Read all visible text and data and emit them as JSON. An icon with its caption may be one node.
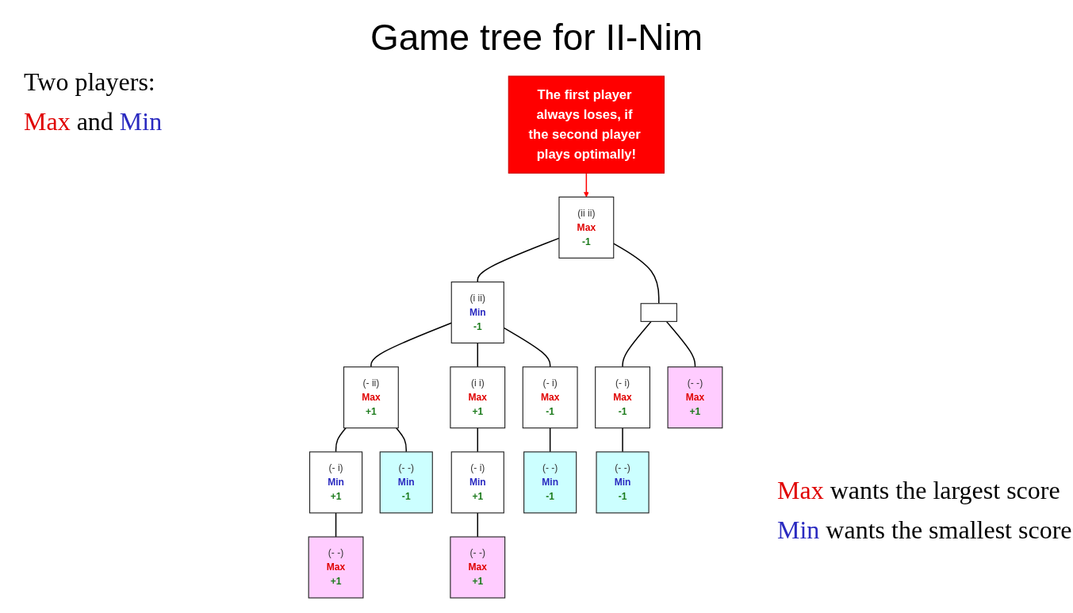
{
  "diagram": {
    "title": "Game tree for II-Nim",
    "nodes": [
      {
        "text": [
          "(ii ii)",
          "Max",
          "-1"
        ]
      },
      {
        "text": [
          "(i ii)",
          "Min",
          "-1"
        ]
      },
      {
        "text": [],
        "shape": "box"
      },
      {
        "text": [
          "The first player always loses, if the second player plays optimally!"
        ]
      },
      {
        "text": [
          "(- ii)",
          "Max",
          "+1"
        ]
      },
      {
        "text": [
          "(i i)",
          "Max",
          "+1"
        ]
      },
      {
        "text": [
          "(- i)",
          "Max",
          "-1"
        ]
      },
      {
        "text": [
          "(- i)",
          "Max",
          "-1"
        ]
      },
      {
        "text": [
          "(- -)",
          "Max",
          "+1"
        ]
      },
      {
        "text": [
          "(- i)",
          "Min",
          "+1"
        ]
      },
      {
        "text": [
          "(- -)",
          "Min",
          "-1"
        ]
      },
      {
        "text": [
          "(- i)",
          "Min",
          "+1"
        ]
      },
      {
        "text": [
          "(- -)",
          "Min",
          "-1"
        ]
      },
      {
        "text": [
          "(- -)",
          "Min",
          "-1"
        ]
      },
      {
        "text": [
          "(- -)",
          "Max",
          "+1"
        ]
      },
      {
        "text": [
          "(- -)",
          "Max",
          "+1"
        ]
      }
    ],
    "edges": [
      {
        "from": 0,
        "to": 1,
        "arrow": "none"
      },
      {
        "from": 0,
        "to": 2,
        "arrow": "none"
      },
      {
        "from": 3,
        "to": 0,
        "arrow": "to",
        "color": "#ff0000"
      },
      {
        "from": 1,
        "to": 4,
        "arrow": "none"
      },
      {
        "from": 1,
        "to": 5,
        "arrow": "none"
      },
      {
        "from": 1,
        "to": 6,
        "arrow": "none"
      },
      {
        "from": 2,
        "to": 7,
        "arrow": "none"
      },
      {
        "from": 2,
        "to": 8,
        "arrow": "none"
      },
      {
        "from": 4,
        "to": 9,
        "arrow": "none"
      },
      {
        "from": 4,
        "to": 10,
        "arrow": "none"
      },
      {
        "from": 5,
        "to": 11,
        "arrow": "none"
      },
      {
        "from": 6,
        "to": 12,
        "arrow": "none"
      },
      {
        "from": 7,
        "to": 13,
        "arrow": "none"
      },
      {
        "from": 9,
        "to": 14,
        "arrow": "none"
      },
      {
        "from": 11,
        "to": 15,
        "arrow": "none"
      }
    ],
    "labels": [
      "Two players:",
      "Max and Min",
      "Max wants the largest score",
      "Min wants the smallest score"
    ]
  }
}
